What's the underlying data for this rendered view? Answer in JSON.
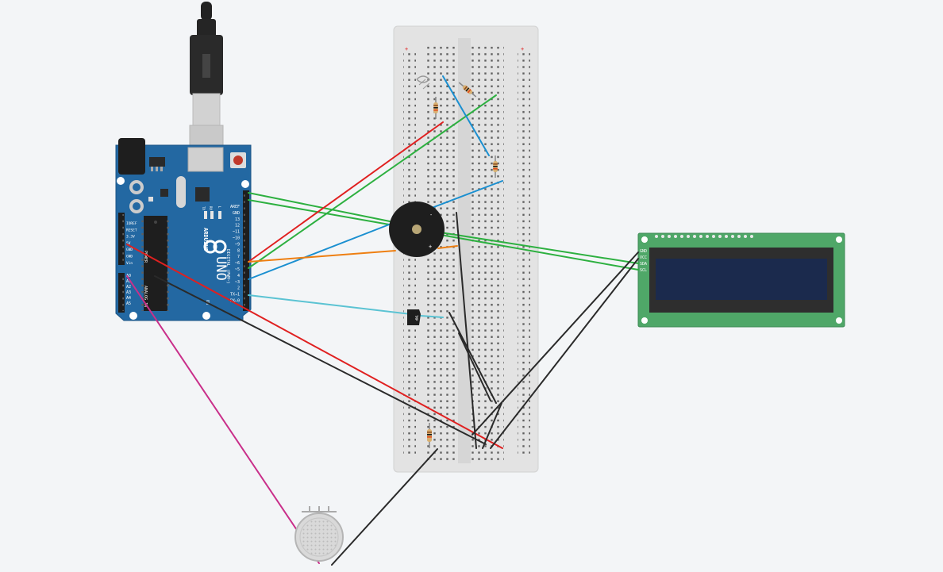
{
  "arduino": {
    "power_labels": [
      "IOREF",
      "RESET",
      "3.3V",
      "5V",
      "GND",
      "GND",
      "Vin"
    ],
    "analog_labels": [
      "A0",
      "A1",
      "A2",
      "A3",
      "A4",
      "A5"
    ],
    "power_header": "POWER",
    "analog_header": "ANALOG IN",
    "digital_labels": [
      "AREF",
      "GND",
      "13",
      "12",
      "~11",
      "~10",
      "~9",
      "8",
      "7",
      "~6",
      "~5",
      "4",
      "~3",
      "2",
      "TX→1",
      "RX←0"
    ],
    "digital_header": "DIGITAL (PWM~)",
    "brand": "ARDUINO",
    "model": "UNO",
    "on_label": "ON",
    "tx_label": "TX",
    "rx_label": "RX",
    "l_label": "L"
  },
  "lcd": {
    "pin_labels": [
      "GND",
      "VCC",
      "SDA",
      "SCL"
    ]
  },
  "sensor": {
    "label": "TMP"
  },
  "colors": {
    "red": "#e02020",
    "green": "#2db040",
    "blue": "#1a8fd0",
    "orange": "#ee7f12",
    "cyan": "#5bc3d3",
    "black": "#2a2a2a",
    "magenta": "#c92f8a",
    "board": "#2368a2",
    "pcb": "#4fa768",
    "lcd_screen": "#1b2a4d"
  }
}
